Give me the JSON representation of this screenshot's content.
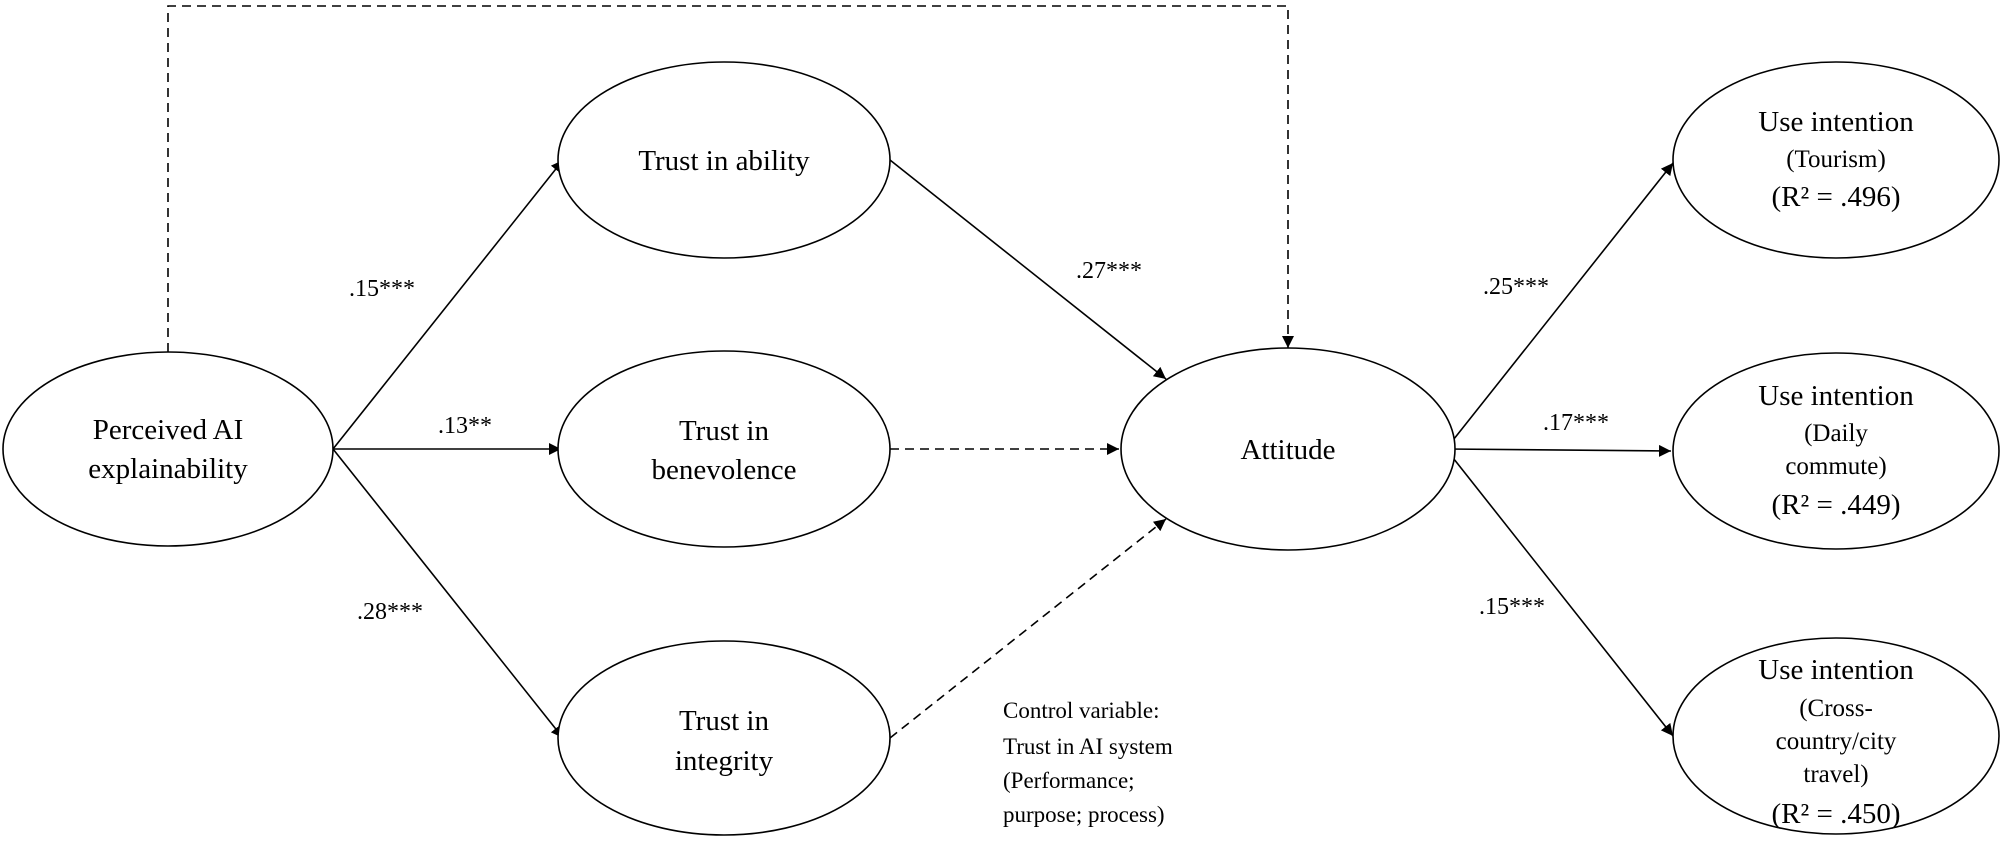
{
  "nodes": {
    "explainability": {
      "lines": [
        "Perceived AI",
        "explainability"
      ]
    },
    "ability": {
      "lines": [
        "Trust in ability"
      ]
    },
    "benevolence": {
      "lines": [
        "Trust in",
        "benevolence"
      ]
    },
    "integrity": {
      "lines": [
        "Trust in",
        "integrity"
      ]
    },
    "attitude": {
      "lines": [
        "Attitude"
      ]
    },
    "use_tourism": {
      "lines": [
        "Use intention",
        "(Tourism)",
        "(R² = .496)"
      ]
    },
    "use_commute": {
      "lines": [
        "Use intention",
        "(Daily",
        "commute)",
        "(R² = .449)"
      ]
    },
    "use_travel": {
      "lines": [
        "Use intention",
        "(Cross-",
        "country/city",
        "travel)",
        "(R² = .450)"
      ]
    }
  },
  "paths": {
    "explain_ability": ".15***",
    "explain_benevolence": ".13**",
    "explain_integrity": ".28***",
    "ability_attitude": ".27***",
    "attitude_tourism": ".25***",
    "attitude_commute": ".17***",
    "attitude_travel": ".15***"
  },
  "control": {
    "lines": [
      "Control variable:",
      "Trust in AI system",
      "(Performance;",
      "purpose; process)"
    ]
  }
}
